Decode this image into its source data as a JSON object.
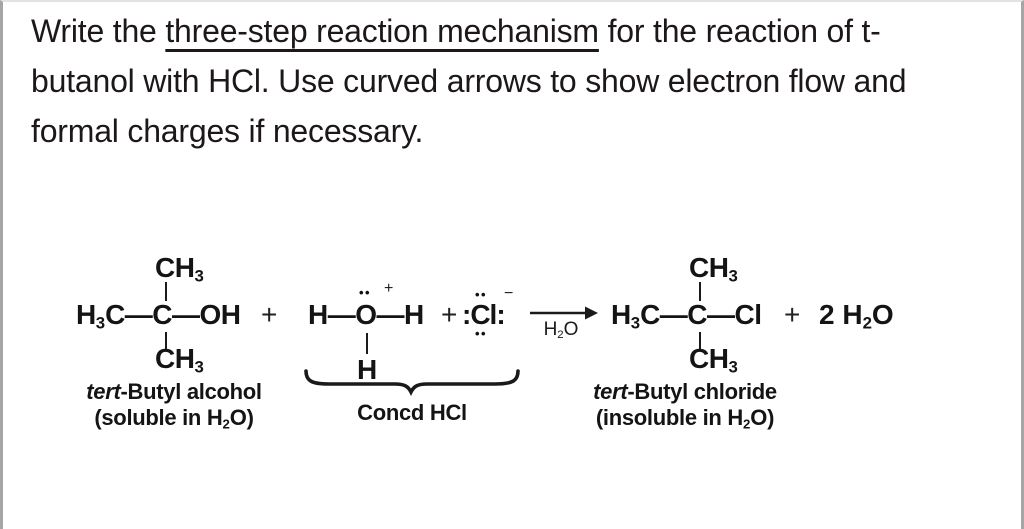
{
  "colors": {
    "ink": "#141414",
    "question_text": "#1d1719",
    "side_border": "#a5a5a5"
  },
  "question": {
    "line1_prefix": "Write the ",
    "line1_underlined": "three-step reaction mechanism",
    "line1_suffix": " for the reaction of t-",
    "line2": "butanol with HCl. Use curved arrows to show electron flow and",
    "line3": "formal charges if necessary."
  },
  "reaction": {
    "alcohol": {
      "methyl_top": "CH(3)",
      "formula": "H(3)C—C—OH",
      "methyl_bottom": "CH(3)",
      "name_italic": "tert",
      "name_rest": "-Butyl alcohol",
      "solubility": "(soluble in H(2)O)"
    },
    "plus_1": "+",
    "hydronium": {
      "formula": "H—O—H",
      "lone_pair": "••",
      "charge": "+",
      "h_below": "H"
    },
    "plus_2": "+",
    "chloride_ion": {
      "formula": ":Cl:",
      "lone_pair_top": "••",
      "lone_pair_bottom": "••",
      "charge": "−"
    },
    "brace_label": "Concd HCl",
    "arrow_condition": "H(2)O",
    "product": {
      "methyl_top": "CH(3)",
      "formula": "H(3)C—C—Cl",
      "methyl_bottom": "CH(3)",
      "name_italic": "tert",
      "name_rest": "-Butyl chloride",
      "solubility": "(insoluble in H(2)O)"
    },
    "plus_3": "+",
    "water": "2 H(2)O"
  }
}
